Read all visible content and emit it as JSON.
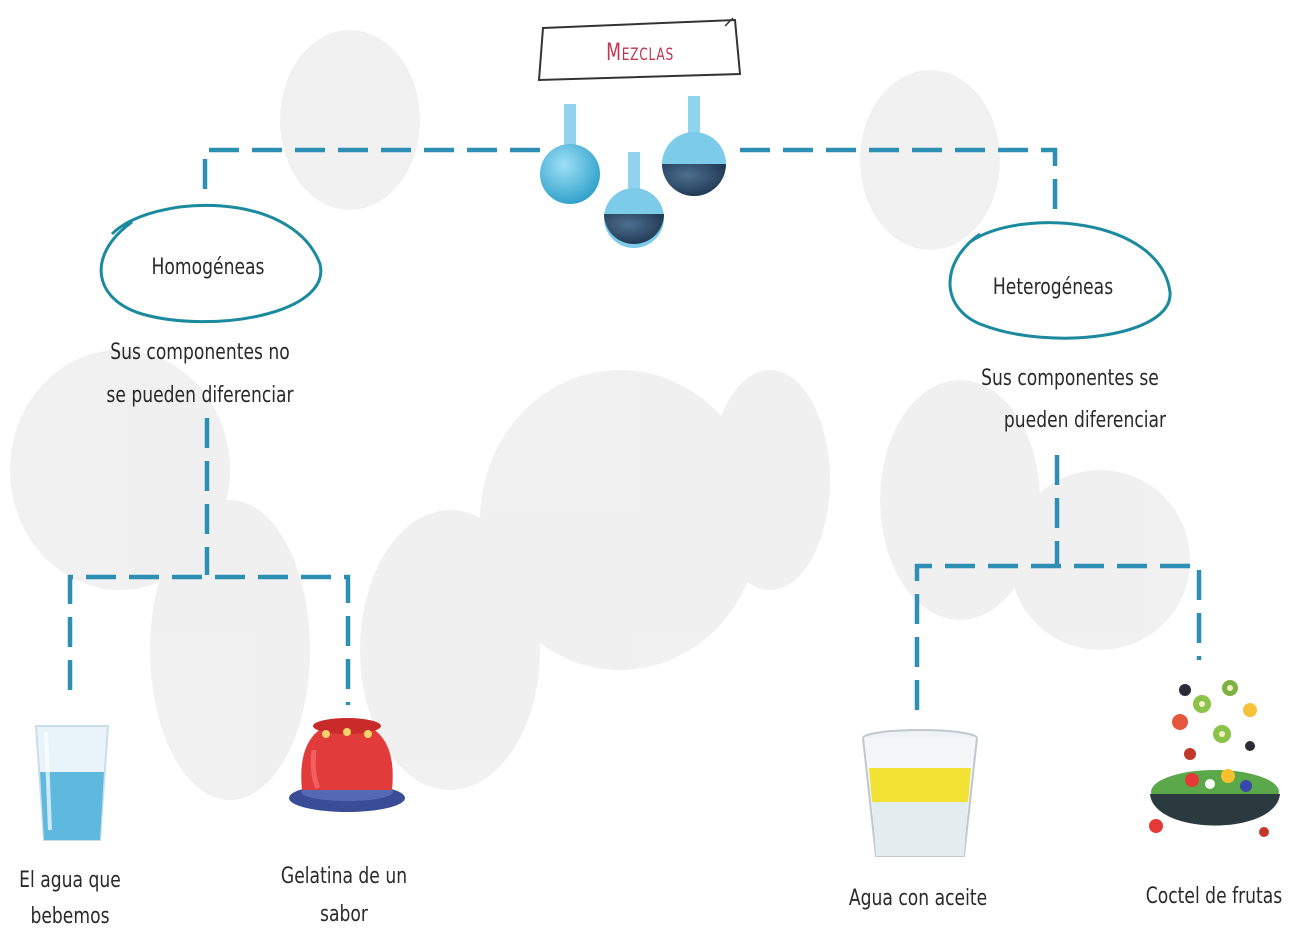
{
  "title": "Mezclas",
  "branches": {
    "homogeneous": {
      "label": "Homogéneas",
      "desc_line1": "Sus componentes no",
      "desc_line2": "se pueden diferenciar",
      "examples": [
        {
          "line1": "El agua que",
          "line2": "bebemos",
          "icon": "water-glass"
        },
        {
          "line1": "Gelatina de un",
          "line2": "sabor",
          "icon": "gelatin"
        }
      ]
    },
    "heterogeneous": {
      "label": "Heterogéneas",
      "desc_line1": "Sus componentes se",
      "desc_line2": "pueden diferenciar",
      "examples": [
        {
          "line1": "Agua con aceite",
          "icon": "oil-water-glass"
        },
        {
          "line1": "Coctel de frutas",
          "icon": "fruit-salad-bowl"
        }
      ]
    }
  },
  "colors": {
    "connector": "#2e8fb5",
    "ellipse": "#1c8a9e",
    "title": "#c0354f",
    "text": "#2a2a2a"
  },
  "icons": [
    "flasks-icon"
  ]
}
